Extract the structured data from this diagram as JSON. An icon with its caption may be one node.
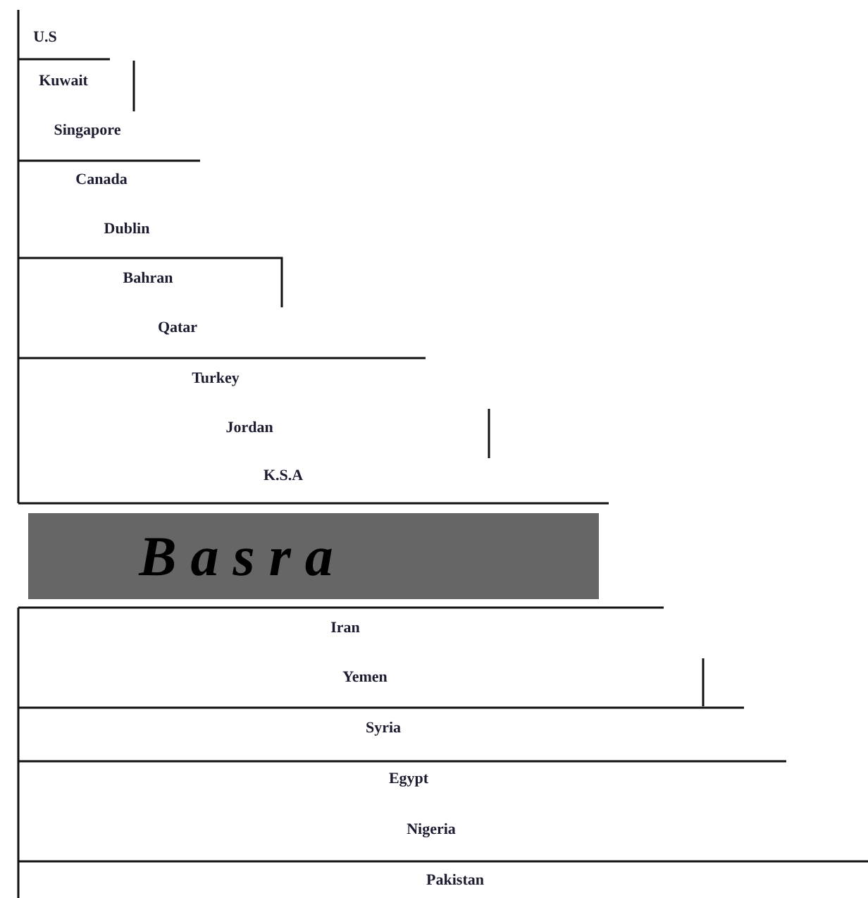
{
  "diagram": {
    "nodes": [
      {
        "text": [
          "B a s r a"
        ]
      }
    ],
    "labels": [
      "U.S",
      "Kuwait",
      "Singapore",
      "Canada",
      "Dublin",
      "Bahran",
      "Qatar",
      "Turkey",
      "Jordan",
      "K.S.A",
      "Iran",
      "Yemen",
      "Syria",
      "Egypt",
      "Nigeria",
      "Pakistan"
    ]
  }
}
